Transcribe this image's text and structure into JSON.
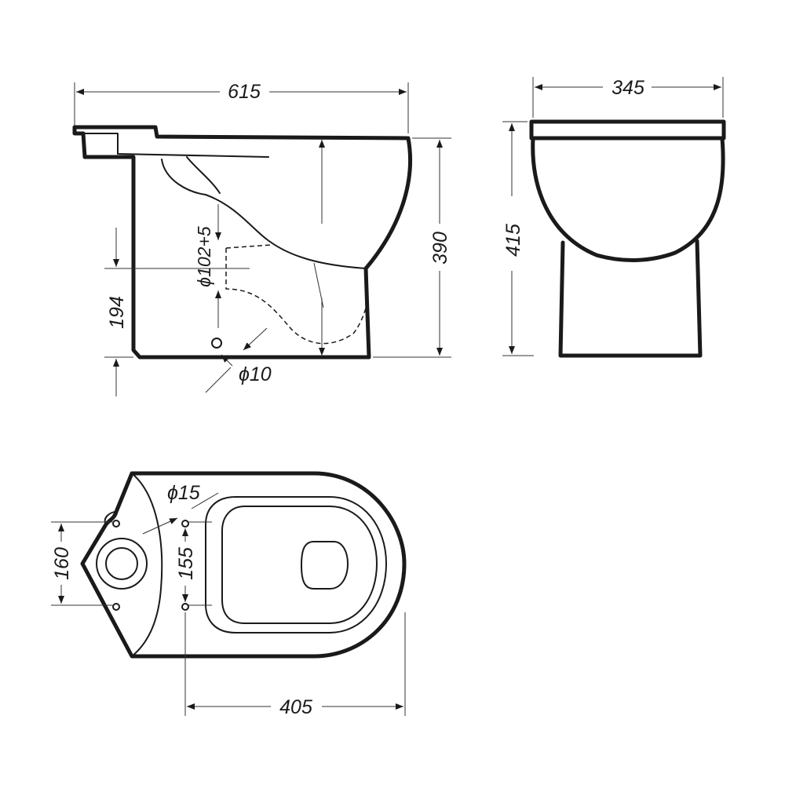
{
  "dimensions": {
    "overall_length": "615",
    "overall_height_side": "390",
    "inlet_height": "194",
    "inlet_diameter": "ϕ102+5",
    "fixing_hole_side": "ϕ10",
    "overall_width": "345",
    "overall_height_front": "415",
    "fixing_hole_top": "ϕ15",
    "rear_spacing": "160",
    "fixing_spacing": "155",
    "bowl_length": "405"
  },
  "colors": {
    "line": "#1a1a1a",
    "background": "#ffffff"
  }
}
